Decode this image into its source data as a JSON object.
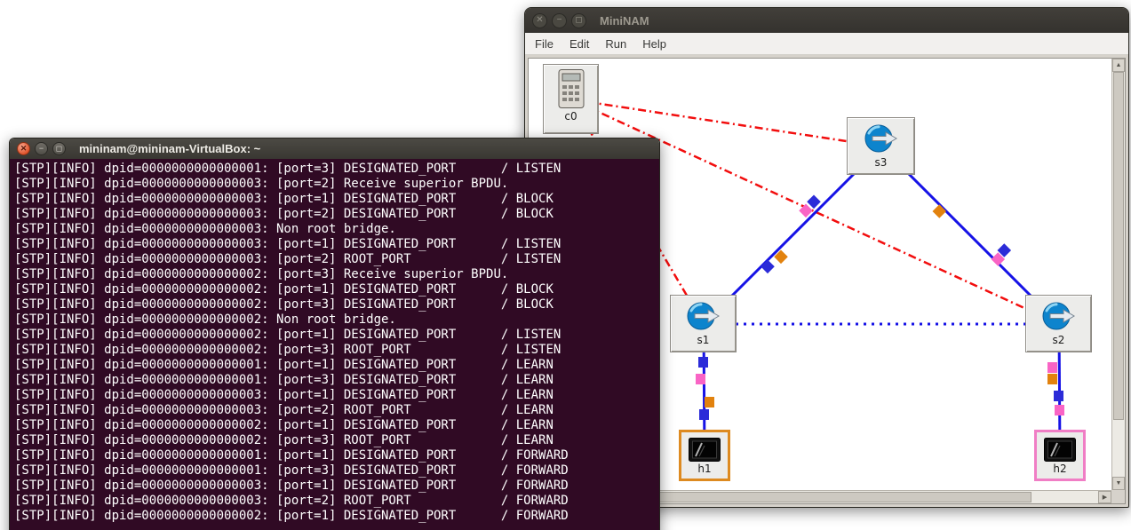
{
  "palette": {
    "link_blue": "#1612e6",
    "control_red": "#f20d0d",
    "packet_pink": "#f964c5",
    "packet_blue": "#2b2bd8",
    "packet_orange": "#e2820e",
    "host1_highlight": "#dd8a20",
    "host2_highlight": "#f07ec5",
    "terminal_bg": "#300a24"
  },
  "mininam": {
    "title": "MiniNAM",
    "menu": [
      "File",
      "Edit",
      "Run",
      "Help"
    ],
    "nodes": {
      "c0": {
        "label": "c0",
        "type": "controller"
      },
      "s1": {
        "label": "s1",
        "type": "switch"
      },
      "s2": {
        "label": "s2",
        "type": "switch"
      },
      "s3": {
        "label": "s3",
        "type": "switch"
      },
      "h1": {
        "label": "h1",
        "type": "host"
      },
      "h2": {
        "label": "h2",
        "type": "host"
      }
    }
  },
  "terminal": {
    "title": "mininam@mininam-VirtualBox: ~",
    "lines": [
      "[STP][INFO] dpid=0000000000000001: [port=3] DESIGNATED_PORT      / LISTEN",
      "[STP][INFO] dpid=0000000000000003: [port=2] Receive superior BPDU.",
      "[STP][INFO] dpid=0000000000000003: [port=1] DESIGNATED_PORT      / BLOCK",
      "[STP][INFO] dpid=0000000000000003: [port=2] DESIGNATED_PORT      / BLOCK",
      "[STP][INFO] dpid=0000000000000003: Non root bridge.",
      "[STP][INFO] dpid=0000000000000003: [port=1] DESIGNATED_PORT      / LISTEN",
      "[STP][INFO] dpid=0000000000000003: [port=2] ROOT_PORT            / LISTEN",
      "[STP][INFO] dpid=0000000000000002: [port=3] Receive superior BPDU.",
      "[STP][INFO] dpid=0000000000000002: [port=1] DESIGNATED_PORT      / BLOCK",
      "[STP][INFO] dpid=0000000000000002: [port=3] DESIGNATED_PORT      / BLOCK",
      "[STP][INFO] dpid=0000000000000002: Non root bridge.",
      "[STP][INFO] dpid=0000000000000002: [port=1] DESIGNATED_PORT      / LISTEN",
      "[STP][INFO] dpid=0000000000000002: [port=3] ROOT_PORT            / LISTEN",
      "[STP][INFO] dpid=0000000000000001: [port=1] DESIGNATED_PORT      / LEARN",
      "[STP][INFO] dpid=0000000000000001: [port=3] DESIGNATED_PORT      / LEARN",
      "[STP][INFO] dpid=0000000000000003: [port=1] DESIGNATED_PORT      / LEARN",
      "[STP][INFO] dpid=0000000000000003: [port=2] ROOT_PORT            / LEARN",
      "[STP][INFO] dpid=0000000000000002: [port=1] DESIGNATED_PORT      / LEARN",
      "[STP][INFO] dpid=0000000000000002: [port=3] ROOT_PORT            / LEARN",
      "[STP][INFO] dpid=0000000000000001: [port=1] DESIGNATED_PORT      / FORWARD",
      "[STP][INFO] dpid=0000000000000001: [port=3] DESIGNATED_PORT      / FORWARD",
      "[STP][INFO] dpid=0000000000000003: [port=1] DESIGNATED_PORT      / FORWARD",
      "[STP][INFO] dpid=0000000000000003: [port=2] ROOT_PORT            / FORWARD",
      "[STP][INFO] dpid=0000000000000002: [port=1] DESIGNATED_PORT      / FORWARD"
    ]
  }
}
